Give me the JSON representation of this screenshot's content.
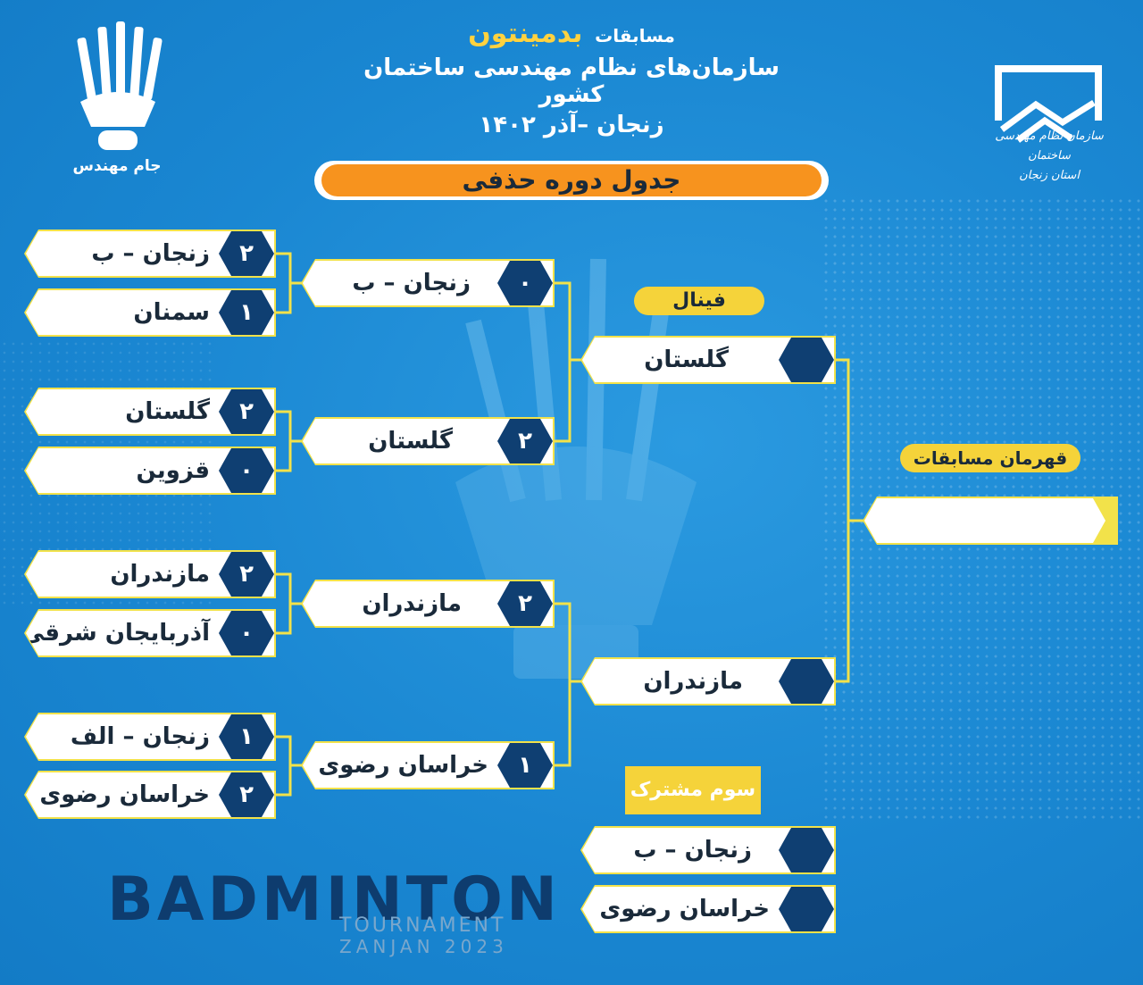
{
  "header": {
    "line1_prefix": "مسابقات",
    "line1_accent": "بدمینتون",
    "line2": "سازمان‌های نظام مهندسی ساختمان کشور",
    "line3": "زنجان –آذر ۱۴۰۲"
  },
  "table_title": "جدول دوره حذفی",
  "logos": {
    "left_text": "جام مهندس",
    "right_line1": "سازمان نظام مهندسی ساختمان",
    "right_line2": "استان زنجان"
  },
  "round1": [
    {
      "name": "زنجان – ب",
      "score": "۲"
    },
    {
      "name": "سمنان",
      "score": "۱"
    },
    {
      "name": "گلستان",
      "score": "۲"
    },
    {
      "name": "قزوین",
      "score": "۰"
    },
    {
      "name": "مازندران",
      "score": "۲"
    },
    {
      "name": "آذربایجان شرقی",
      "score": "۰"
    },
    {
      "name": "زنجان – الف",
      "score": "۱"
    },
    {
      "name": "خراسان رضوی",
      "score": "۲"
    }
  ],
  "round2": [
    {
      "name": "زنجان – ب",
      "score": "۰"
    },
    {
      "name": "گلستان",
      "score": "۲"
    },
    {
      "name": "مازندران",
      "score": "۲"
    },
    {
      "name": "خراسان رضوی",
      "score": "۱"
    }
  ],
  "final_label": "فینال",
  "final": [
    {
      "name": "گلستان",
      "score": ""
    },
    {
      "name": "مازندران",
      "score": ""
    }
  ],
  "champion_label": "قهرمان مسابقات",
  "champion_name": "",
  "third_label": "سوم مشترک",
  "third": [
    {
      "name": "زنجان – ب",
      "score": ""
    },
    {
      "name": "خراسان رضوی",
      "score": ""
    }
  ],
  "footer": {
    "title": "BADMINTON",
    "sub1": "TOURNAMENT",
    "sub2": "ZANJAN 2023"
  },
  "colors": {
    "background": "#1a87d2",
    "navy": "#0f3f72",
    "yellow": "#f5d33a",
    "orange": "#f7931e"
  }
}
